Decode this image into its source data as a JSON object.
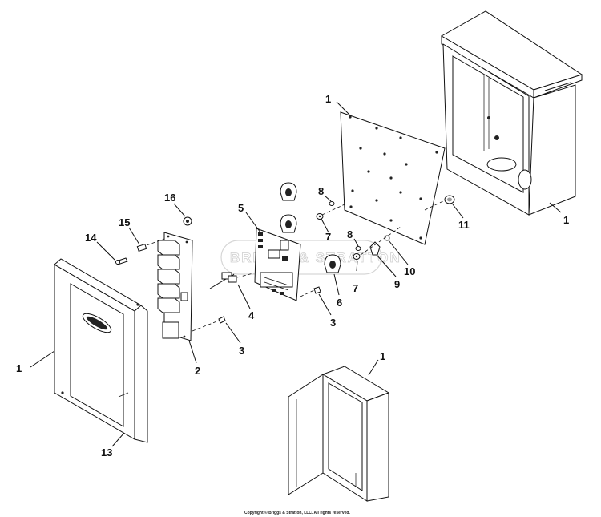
{
  "watermark": "BRIGGS & STRATTON",
  "copyright": "Copyright © Briggs & Stratton, LLC. All rights reserved.",
  "callouts": [
    "1",
    "1",
    "1",
    "1",
    "2",
    "3",
    "3",
    "4",
    "5",
    "6",
    "7",
    "7",
    "8",
    "8",
    "9",
    "10",
    "11",
    "13",
    "14",
    "15",
    "16"
  ],
  "icons": [
    "briggs-logo-icon"
  ]
}
